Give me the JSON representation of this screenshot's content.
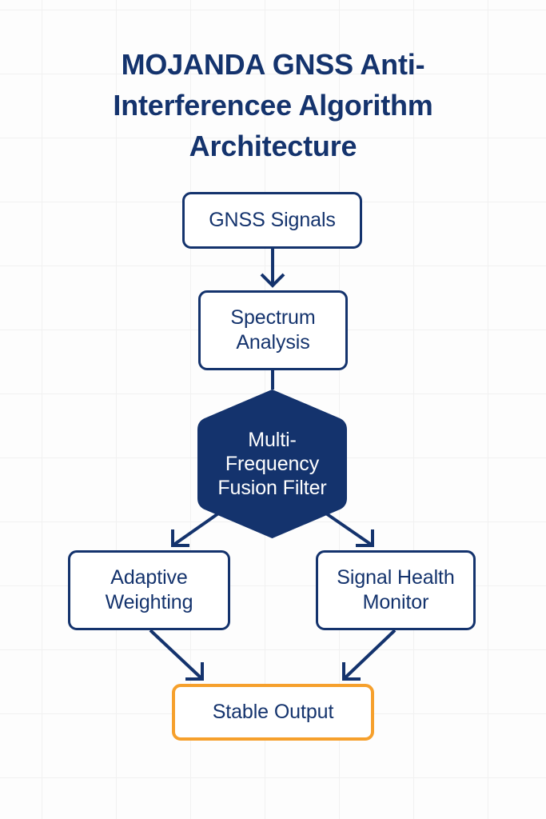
{
  "page": {
    "title": "MOJANDA GNSS Anti-Interferencee Algorithm Architecture",
    "background_color": "#fdfdfd",
    "grid_color": "#f1f1f1",
    "primary_color": "#14336d",
    "accent_color": "#f6a02c"
  },
  "diagram": {
    "type": "flowchart",
    "nodes": [
      {
        "id": "gnss-signals",
        "label": "GNSS Signals",
        "shape": "rounded-rectangle",
        "fill": "#ffffff",
        "stroke": "#14336d",
        "text_color": "#14336d"
      },
      {
        "id": "spectrum-analysis",
        "label": "Spectrum Analysis",
        "shape": "rounded-rectangle",
        "fill": "#ffffff",
        "stroke": "#14336d",
        "text_color": "#14336d"
      },
      {
        "id": "fusion-filter",
        "label": "Multi-Frequency Fusion Filter",
        "shape": "hexagon",
        "fill": "#14336d",
        "stroke": "#14336d",
        "text_color": "#ffffff"
      },
      {
        "id": "adaptive-weighting",
        "label": "Adaptive Weighting",
        "shape": "rounded-rectangle",
        "fill": "#ffffff",
        "stroke": "#14336d",
        "text_color": "#14336d"
      },
      {
        "id": "signal-health-monitor",
        "label": "Signal Health Monitor",
        "shape": "rounded-rectangle",
        "fill": "#ffffff",
        "stroke": "#14336d",
        "text_color": "#14336d"
      },
      {
        "id": "stable-output",
        "label": "Stable Output",
        "shape": "rounded-rectangle",
        "fill": "#ffffff",
        "stroke": "#f6a02c",
        "text_color": "#14336d"
      }
    ],
    "edges": [
      {
        "from": "gnss-signals",
        "to": "spectrum-analysis",
        "style": "straight-arrow"
      },
      {
        "from": "spectrum-analysis",
        "to": "fusion-filter",
        "style": "straight-arrow"
      },
      {
        "from": "fusion-filter",
        "to": "adaptive-weighting",
        "style": "diagonal-arrow"
      },
      {
        "from": "fusion-filter",
        "to": "signal-health-monitor",
        "style": "diagonal-arrow"
      },
      {
        "from": "adaptive-weighting",
        "to": "stable-output",
        "style": "diagonal-arrow"
      },
      {
        "from": "signal-health-monitor",
        "to": "stable-output",
        "style": "diagonal-arrow"
      }
    ]
  }
}
